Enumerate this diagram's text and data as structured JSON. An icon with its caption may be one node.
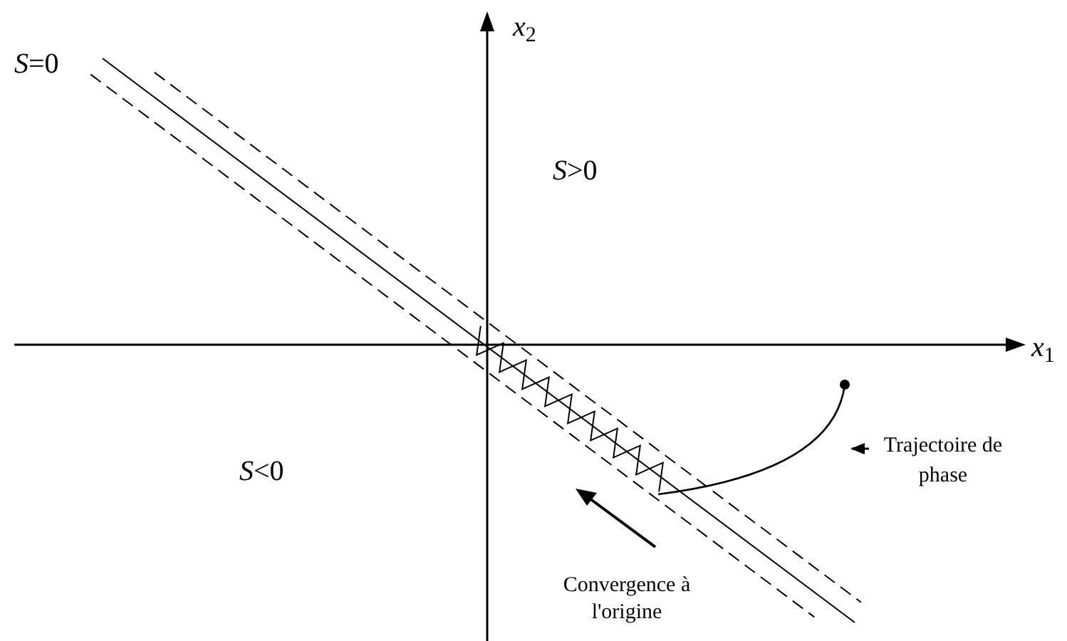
{
  "diagram": {
    "nodes": [
      {
        "text": [
          "Trajectoire de phase"
        ]
      },
      {
        "text": [],
        "shape": "curve"
      }
    ],
    "edges": [
      {
        "from": 0,
        "to": 1,
        "arrow": "to"
      }
    ],
    "labels": [
      "*S*=0",
      "*x*$_{2}$",
      "*S*>0",
      "*x*$_{1}$",
      "*S*<0",
      "Convergence à l'origine"
    ]
  }
}
